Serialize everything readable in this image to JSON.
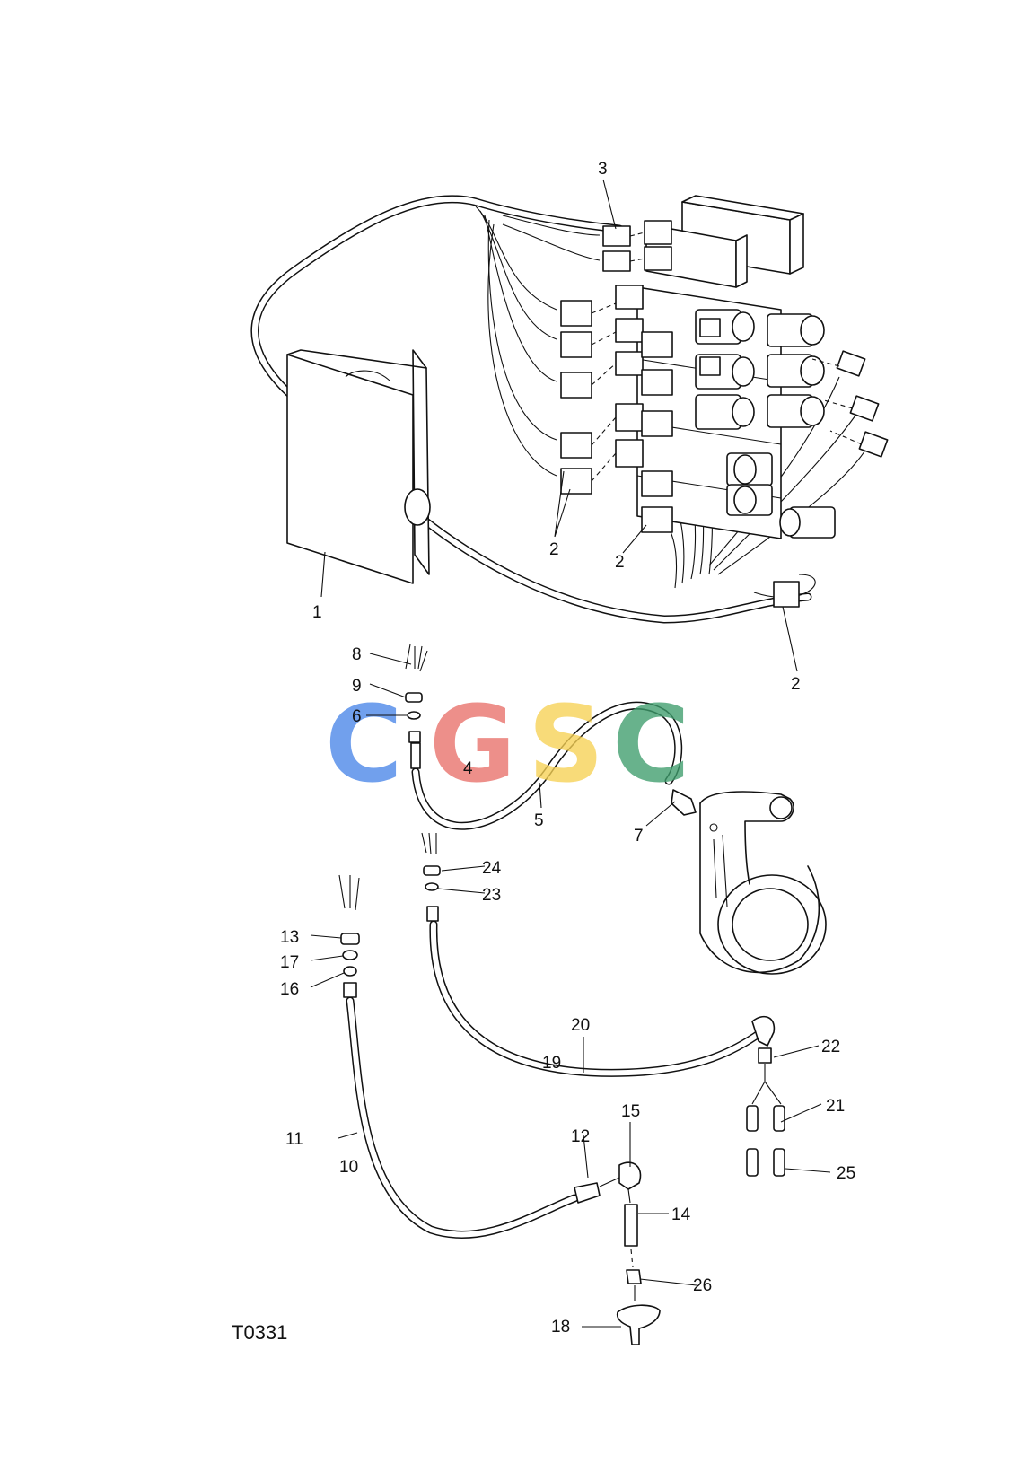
{
  "figure": {
    "id_label": "T0331",
    "callouts": [
      "1",
      "2",
      "2",
      "2",
      "2",
      "3",
      "4",
      "5",
      "6",
      "7",
      "8",
      "9",
      "10",
      "11",
      "12",
      "13",
      "14",
      "15",
      "16",
      "17",
      "18",
      "19",
      "20",
      "21",
      "22",
      "23",
      "24",
      "25",
      "26"
    ]
  },
  "watermark": {
    "letters": [
      "C",
      "G",
      "S",
      "C"
    ],
    "colors": [
      "#4a86e8",
      "#e8706a",
      "#f7d154",
      "#3e9d6d"
    ]
  }
}
